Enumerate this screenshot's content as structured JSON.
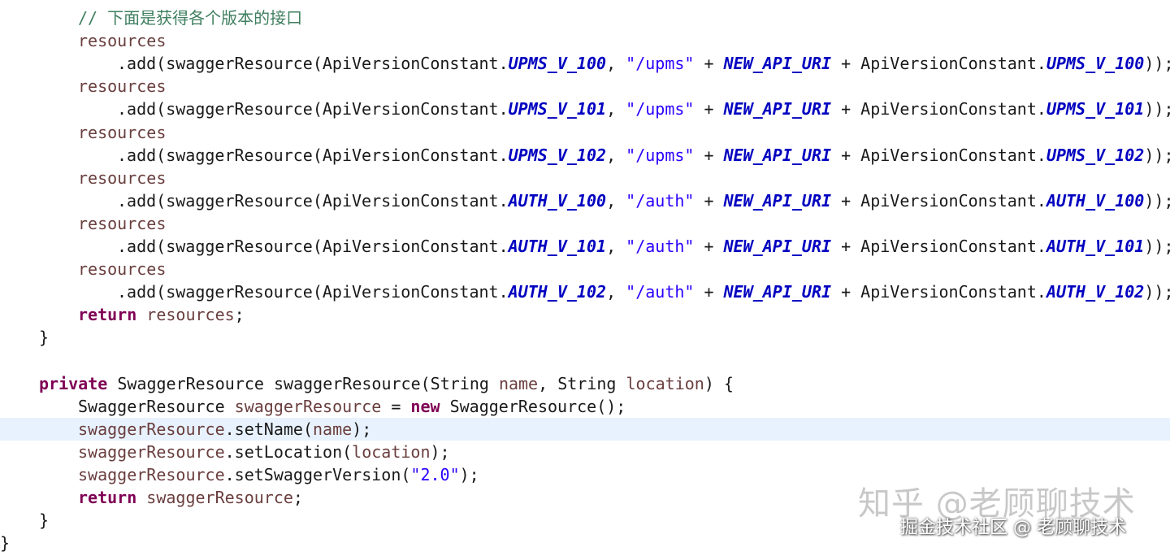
{
  "colors": {
    "background": "#ffffff",
    "current_line": "#e8f2fe",
    "comment": "#3f7f5f",
    "keyword": "#7f0055",
    "static_field": "#0000c0",
    "string": "#2a00ff",
    "local_variable": "#6a3e3e",
    "plain": "#1a1a1a"
  },
  "editor": {
    "current_line_index": 18,
    "lines": [
      {
        "indent": 8,
        "tokens": [
          {
            "t": "// 下面是获得各个版本的接口",
            "c": "comment"
          }
        ]
      },
      {
        "indent": 8,
        "tokens": [
          {
            "t": "resources",
            "c": "var"
          }
        ]
      },
      {
        "indent": 12,
        "tokens": [
          {
            "t": ".add(swaggerResource(ApiVersionConstant.",
            "c": "plain"
          },
          {
            "t": "UPMS_V_100",
            "c": "field"
          },
          {
            "t": ", ",
            "c": "plain"
          },
          {
            "t": "\"/upms\"",
            "c": "string"
          },
          {
            "t": " + ",
            "c": "plain"
          },
          {
            "t": "NEW_API_URI",
            "c": "field"
          },
          {
            "t": " + ApiVersionConstant.",
            "c": "plain"
          },
          {
            "t": "UPMS_V_100",
            "c": "field"
          },
          {
            "t": "));",
            "c": "plain"
          }
        ]
      },
      {
        "indent": 8,
        "tokens": [
          {
            "t": "resources",
            "c": "var"
          }
        ]
      },
      {
        "indent": 12,
        "tokens": [
          {
            "t": ".add(swaggerResource(ApiVersionConstant.",
            "c": "plain"
          },
          {
            "t": "UPMS_V_101",
            "c": "field"
          },
          {
            "t": ", ",
            "c": "plain"
          },
          {
            "t": "\"/upms\"",
            "c": "string"
          },
          {
            "t": " + ",
            "c": "plain"
          },
          {
            "t": "NEW_API_URI",
            "c": "field"
          },
          {
            "t": " + ApiVersionConstant.",
            "c": "plain"
          },
          {
            "t": "UPMS_V_101",
            "c": "field"
          },
          {
            "t": "));",
            "c": "plain"
          }
        ]
      },
      {
        "indent": 8,
        "tokens": [
          {
            "t": "resources",
            "c": "var"
          }
        ]
      },
      {
        "indent": 12,
        "tokens": [
          {
            "t": ".add(swaggerResource(ApiVersionConstant.",
            "c": "plain"
          },
          {
            "t": "UPMS_V_102",
            "c": "field"
          },
          {
            "t": ", ",
            "c": "plain"
          },
          {
            "t": "\"/upms\"",
            "c": "string"
          },
          {
            "t": " + ",
            "c": "plain"
          },
          {
            "t": "NEW_API_URI",
            "c": "field"
          },
          {
            "t": " + ApiVersionConstant.",
            "c": "plain"
          },
          {
            "t": "UPMS_V_102",
            "c": "field"
          },
          {
            "t": "));",
            "c": "plain"
          }
        ]
      },
      {
        "indent": 8,
        "tokens": [
          {
            "t": "resources",
            "c": "var"
          }
        ]
      },
      {
        "indent": 12,
        "tokens": [
          {
            "t": ".add(swaggerResource(ApiVersionConstant.",
            "c": "plain"
          },
          {
            "t": "AUTH_V_100",
            "c": "field"
          },
          {
            "t": ", ",
            "c": "plain"
          },
          {
            "t": "\"/auth\"",
            "c": "string"
          },
          {
            "t": " + ",
            "c": "plain"
          },
          {
            "t": "NEW_API_URI",
            "c": "field"
          },
          {
            "t": " + ApiVersionConstant.",
            "c": "plain"
          },
          {
            "t": "AUTH_V_100",
            "c": "field"
          },
          {
            "t": "));",
            "c": "plain"
          }
        ]
      },
      {
        "indent": 8,
        "tokens": [
          {
            "t": "resources",
            "c": "var"
          }
        ]
      },
      {
        "indent": 12,
        "tokens": [
          {
            "t": ".add(swaggerResource(ApiVersionConstant.",
            "c": "plain"
          },
          {
            "t": "AUTH_V_101",
            "c": "field"
          },
          {
            "t": ", ",
            "c": "plain"
          },
          {
            "t": "\"/auth\"",
            "c": "string"
          },
          {
            "t": " + ",
            "c": "plain"
          },
          {
            "t": "NEW_API_URI",
            "c": "field"
          },
          {
            "t": " + ApiVersionConstant.",
            "c": "plain"
          },
          {
            "t": "AUTH_V_101",
            "c": "field"
          },
          {
            "t": "));",
            "c": "plain"
          }
        ]
      },
      {
        "indent": 8,
        "tokens": [
          {
            "t": "resources",
            "c": "var"
          }
        ]
      },
      {
        "indent": 12,
        "tokens": [
          {
            "t": ".add(swaggerResource(ApiVersionConstant.",
            "c": "plain"
          },
          {
            "t": "AUTH_V_102",
            "c": "field"
          },
          {
            "t": ", ",
            "c": "plain"
          },
          {
            "t": "\"/auth\"",
            "c": "string"
          },
          {
            "t": " + ",
            "c": "plain"
          },
          {
            "t": "NEW_API_URI",
            "c": "field"
          },
          {
            "t": " + ApiVersionConstant.",
            "c": "plain"
          },
          {
            "t": "AUTH_V_102",
            "c": "field"
          },
          {
            "t": "));",
            "c": "plain"
          }
        ]
      },
      {
        "indent": 8,
        "tokens": [
          {
            "t": "return",
            "c": "keyword"
          },
          {
            "t": " ",
            "c": "plain"
          },
          {
            "t": "resources",
            "c": "var"
          },
          {
            "t": ";",
            "c": "plain"
          }
        ]
      },
      {
        "indent": 4,
        "tokens": [
          {
            "t": "}",
            "c": "plain"
          }
        ]
      },
      {
        "indent": 0,
        "tokens": []
      },
      {
        "indent": 4,
        "tokens": [
          {
            "t": "private",
            "c": "keyword"
          },
          {
            "t": " SwaggerResource swaggerResource(String ",
            "c": "plain"
          },
          {
            "t": "name",
            "c": "var"
          },
          {
            "t": ", String ",
            "c": "plain"
          },
          {
            "t": "location",
            "c": "var"
          },
          {
            "t": ") {",
            "c": "plain"
          }
        ]
      },
      {
        "indent": 8,
        "tokens": [
          {
            "t": "SwaggerResource ",
            "c": "plain"
          },
          {
            "t": "swaggerResource",
            "c": "var"
          },
          {
            "t": " = ",
            "c": "plain"
          },
          {
            "t": "new",
            "c": "keyword"
          },
          {
            "t": " SwaggerResource();",
            "c": "plain"
          }
        ]
      },
      {
        "indent": 8,
        "tokens": [
          {
            "t": "swaggerResource",
            "c": "var"
          },
          {
            "t": ".setName(",
            "c": "plain"
          },
          {
            "t": "name",
            "c": "var"
          },
          {
            "t": ");",
            "c": "plain"
          }
        ]
      },
      {
        "indent": 8,
        "tokens": [
          {
            "t": "swaggerResource",
            "c": "var"
          },
          {
            "t": ".setLocation(",
            "c": "plain"
          },
          {
            "t": "location",
            "c": "var"
          },
          {
            "t": ");",
            "c": "plain"
          }
        ]
      },
      {
        "indent": 8,
        "tokens": [
          {
            "t": "swaggerResource",
            "c": "var"
          },
          {
            "t": ".setSwaggerVersion(",
            "c": "plain"
          },
          {
            "t": "\"2.0\"",
            "c": "string"
          },
          {
            "t": ");",
            "c": "plain"
          }
        ]
      },
      {
        "indent": 8,
        "tokens": [
          {
            "t": "return",
            "c": "keyword"
          },
          {
            "t": " ",
            "c": "plain"
          },
          {
            "t": "swaggerResource",
            "c": "var"
          },
          {
            "t": ";",
            "c": "plain"
          }
        ]
      },
      {
        "indent": 4,
        "tokens": [
          {
            "t": "}",
            "c": "plain"
          }
        ]
      },
      {
        "indent": 0,
        "tokens": [
          {
            "t": "}",
            "c": "plain"
          }
        ]
      }
    ]
  },
  "watermark": {
    "text": "知乎 @老顾聊技术"
  },
  "footer_badge": {
    "text": "掘金技术社区 @ 老顾聊技术"
  }
}
